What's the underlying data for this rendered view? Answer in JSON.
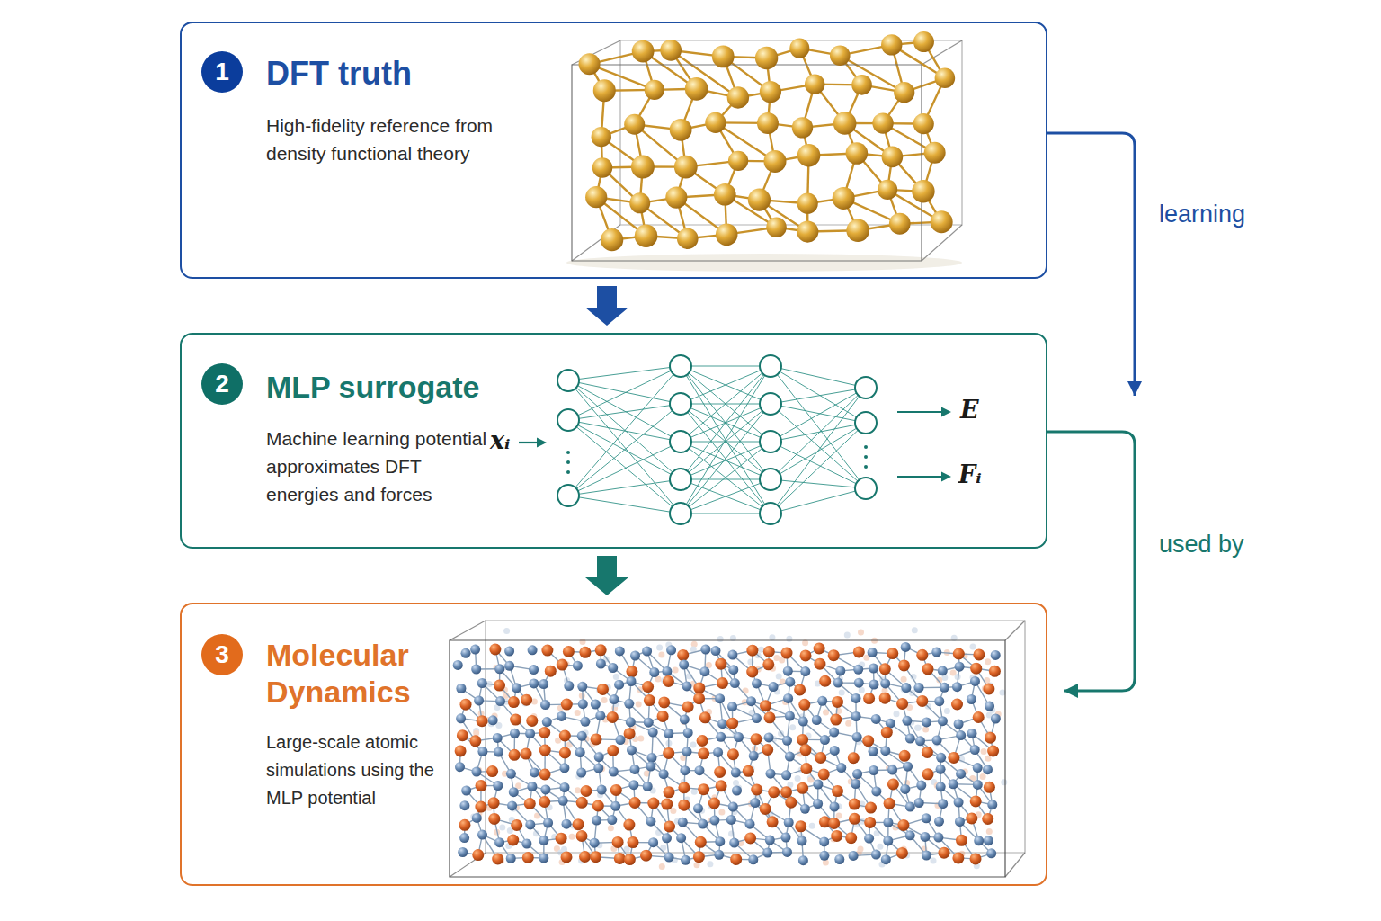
{
  "diagram": {
    "nodes": [
      {
        "text": [
          "DFT truth",
          "High-fidelity reference from density functional theory"
        ]
      },
      {
        "text": [
          "1"
        ],
        "in": 0
      },
      {
        "text": [
          "MLP surrogate",
          "Machine learning potential approximates DFT energies and forces"
        ]
      },
      {
        "text": [
          "2"
        ],
        "in": 2
      },
      {
        "text": [
          "Molecular Dynamics",
          "Large-scale atomic simulations using the MLP potential"
        ]
      },
      {
        "text": [
          "3"
        ],
        "in": 4
      }
    ],
    "edges": [
      {
        "from": 0,
        "to": 2,
        "arrow": "to"
      },
      {
        "from": 2,
        "to": 4,
        "arrow": "to"
      },
      {
        "from": 0,
        "to": 2,
        "label": "learning",
        "arrow": "to"
      },
      {
        "from": 2,
        "to": 4,
        "label": "used by",
        "arrow": "to"
      }
    ],
    "labels": [
      "xᵢ",
      "E",
      "Fᵢ"
    ]
  }
}
